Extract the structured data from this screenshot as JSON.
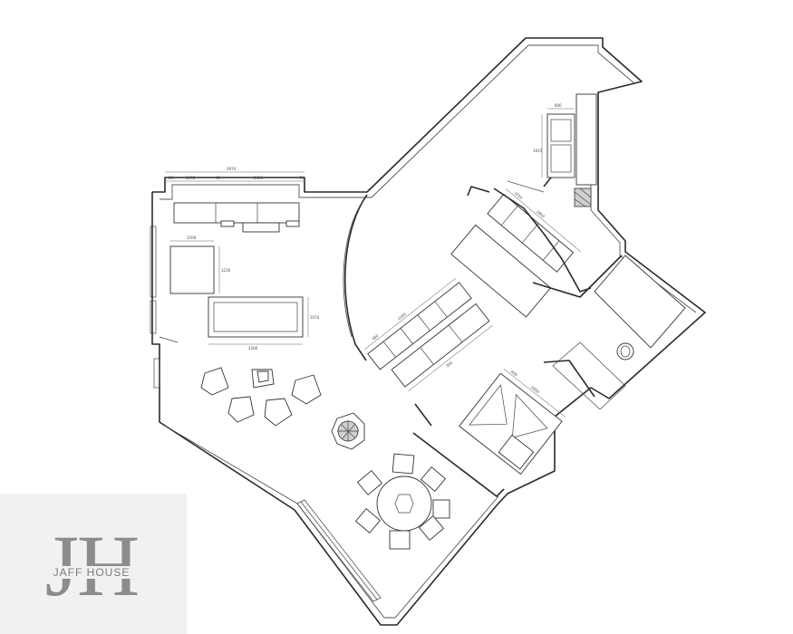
{
  "brand": {
    "monogram": "JH",
    "name": "JAFF HOUSE",
    "color": "#8c8c8c"
  },
  "plan": {
    "line_color": "#2a2a2a",
    "dimensions": {
      "top_total": "3974",
      "top_a": "20",
      "top_b": "1078",
      "top_c": "90",
      "top_d": "2446",
      "top_e": "75",
      "table_w": "1200",
      "table_h": "1230",
      "sofa_w": "2200",
      "sofa_h": "1074",
      "bench_a": "1915",
      "bench_b": "600",
      "kitchen_a": "2200",
      "kitchen_b": "480",
      "kitchen_c": "300",
      "island_a": "2850",
      "island_b": "1016",
      "bed_a": "2050",
      "bed_b": "600"
    }
  }
}
